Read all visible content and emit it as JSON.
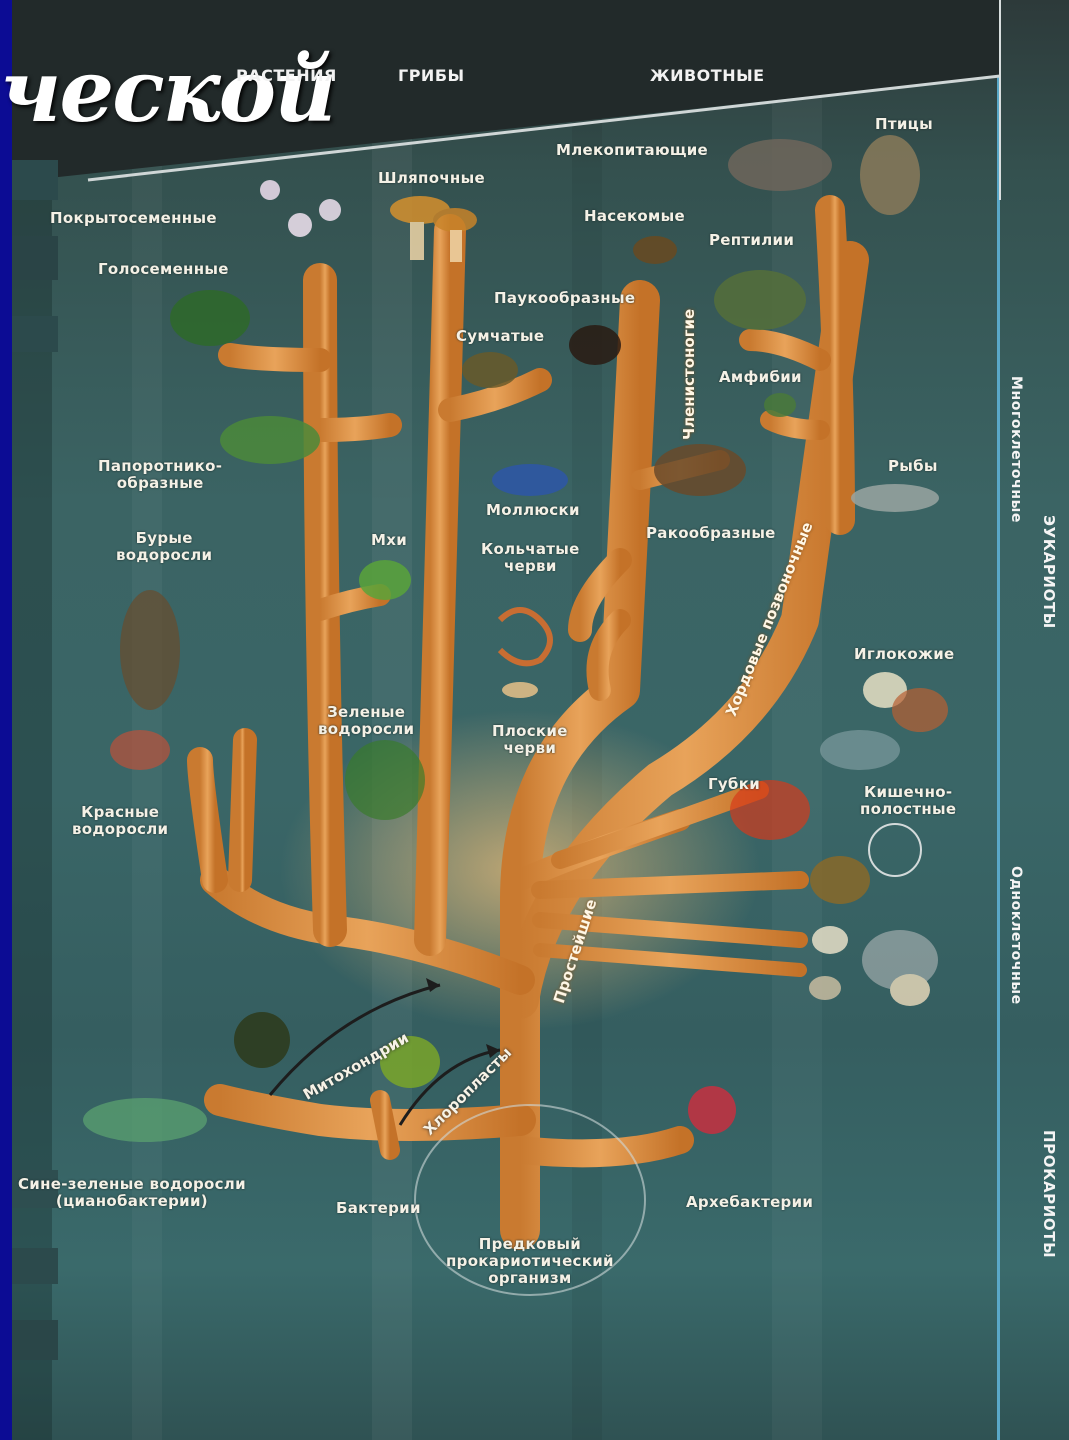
{
  "title_fragment": "ческой",
  "kingdoms": {
    "plants": "РАСТЕНИЯ",
    "fungi": "ГРИБЫ",
    "animals": "ЖИВОТНЫЕ"
  },
  "domains": {
    "multicellular": "Многоклеточные",
    "unicellular": "Одноклеточные",
    "eukaryotes": "ЭУКАРИОТЫ",
    "prokaryotes": "ПРОКАРИОТЫ"
  },
  "labels": {
    "angiosperms": "Покрытосеменные",
    "gymnosperms": "Голосеменные",
    "ferns": "Папоротнико-\nобразные",
    "brown_algae": "Бурые\nводоросли",
    "red_algae": "Красные\nводоросли",
    "green_algae": "Зеленые\nводоросли",
    "mosses": "Мхи",
    "cap_fungi": "Шляпочные",
    "mammals": "Млекопитающие",
    "birds": "Птицы",
    "insects": "Насекомые",
    "reptiles": "Рептилии",
    "arachnids": "Паукообразные",
    "marsupials": "Сумчатые",
    "amphibians": "Амфибии",
    "fishes": "Рыбы",
    "molluscs": "Моллюски",
    "annelids": "Кольчатые\nчерви",
    "crustaceans": "Ракообразные",
    "echinoderms": "Иглокожие",
    "flatworms": "Плоские\nчерви",
    "sponges": "Губки",
    "coelenterates": "Кишечно-\nполостные",
    "cyanobacteria": "Сине-зеленые водоросли\n(цианобактерии)",
    "bacteria": "Бактерии",
    "archaebacteria": "Архебактерии",
    "ancestor": "Предковый\nпрокариотический\nорганизм"
  },
  "branch_labels": {
    "arthropods": "Членистоногие",
    "chordates": "Хордовые позвоночные",
    "protists": "Простейшие",
    "mitochondria": "Митохондрии",
    "chloroplasts": "Хлоропласты"
  }
}
